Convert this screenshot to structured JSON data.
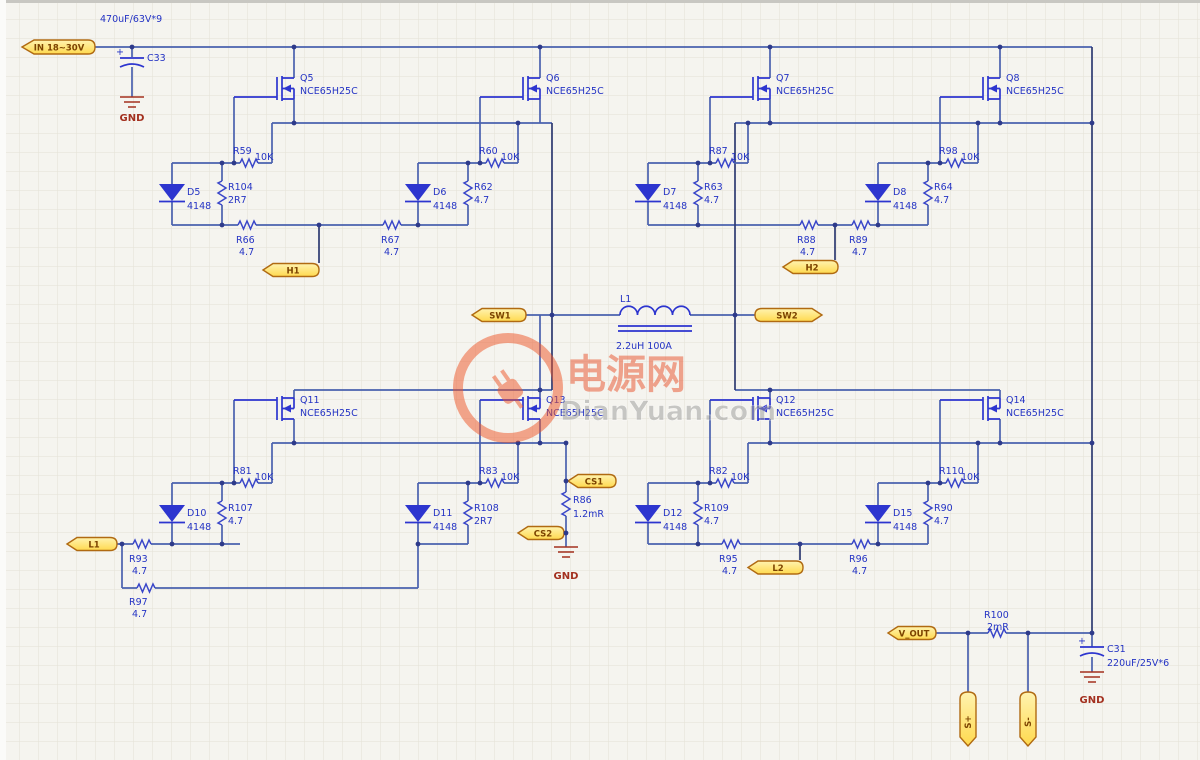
{
  "gnd": "GND",
  "ports": {
    "vin": "IN 18~30V",
    "h1": "H1",
    "h2": "H2",
    "sw1": "SW1",
    "sw2": "SW2",
    "l1": "L1",
    "l2": "L2",
    "cs1": "CS1",
    "cs2": "CS2",
    "vout": "V_OUT",
    "sp": "S+",
    "sm": "S-"
  },
  "caps": {
    "c33": {
      "ref": "C33",
      "val": "470uF/63V*9"
    },
    "c31": {
      "ref": "C31",
      "val": "220uF/25V*6"
    }
  },
  "inductor": {
    "ref": "L1",
    "val": "2.2uH 100A"
  },
  "shunt": {
    "ref": "R86",
    "val": "1.2mR"
  },
  "out_res": {
    "ref": "R100",
    "val": "2mR"
  },
  "watermark": {
    "cn": "电源网",
    "en": "DianYuan.com"
  },
  "legs": [
    {
      "q": "Q5",
      "part": "NCE65H25C",
      "rgs": "R59",
      "rgs_v": "10K",
      "d": "D5",
      "d_v": "4148",
      "rg": "R104",
      "rg_v": "2R7",
      "rs": "R66",
      "rs_v": "4.7"
    },
    {
      "q": "Q6",
      "part": "NCE65H25C",
      "rgs": "R60",
      "rgs_v": "10K",
      "d": "D6",
      "d_v": "4148",
      "rg": "R62",
      "rg_v": "4.7",
      "rs": "R67",
      "rs_v": "4.7"
    },
    {
      "q": "Q7",
      "part": "NCE65H25C",
      "rgs": "R87",
      "rgs_v": "10K",
      "d": "D7",
      "d_v": "4148",
      "rg": "R63",
      "rg_v": "4.7",
      "rs": "R88",
      "rs_v": "4.7"
    },
    {
      "q": "Q8",
      "part": "NCE65H25C",
      "rgs": "R98",
      "rgs_v": "10K",
      "d": "D8",
      "d_v": "4148",
      "rg": "R64",
      "rg_v": "4.7",
      "rs": "R89",
      "rs_v": "4.7"
    },
    {
      "q": "Q11",
      "part": "NCE65H25C",
      "rgs": "R81",
      "rgs_v": "10K",
      "d": "D10",
      "d_v": "4148",
      "rg": "R107",
      "rg_v": "4.7",
      "rs": "R93",
      "rs_v": "4.7"
    },
    {
      "q": "Q13",
      "part": "NCE65H25C",
      "rgs": "R83",
      "rgs_v": "10K",
      "d": "D11",
      "d_v": "4148",
      "rg": "R108",
      "rg_v": "2R7",
      "rs": "R97",
      "rs_v": "4.7"
    },
    {
      "q": "Q12",
      "part": "NCE65H25C",
      "rgs": "R82",
      "rgs_v": "10K",
      "d": "D12",
      "d_v": "4148",
      "rg": "R109",
      "rg_v": "4.7",
      "rs": "R95",
      "rs_v": "4.7"
    },
    {
      "q": "Q14",
      "part": "NCE65H25C",
      "rgs": "R110",
      "rgs_v": "10K",
      "d": "D15",
      "d_v": "4148",
      "rg": "R90",
      "rg_v": "4.7",
      "rs": "R96",
      "rs_v": "4.7"
    }
  ]
}
